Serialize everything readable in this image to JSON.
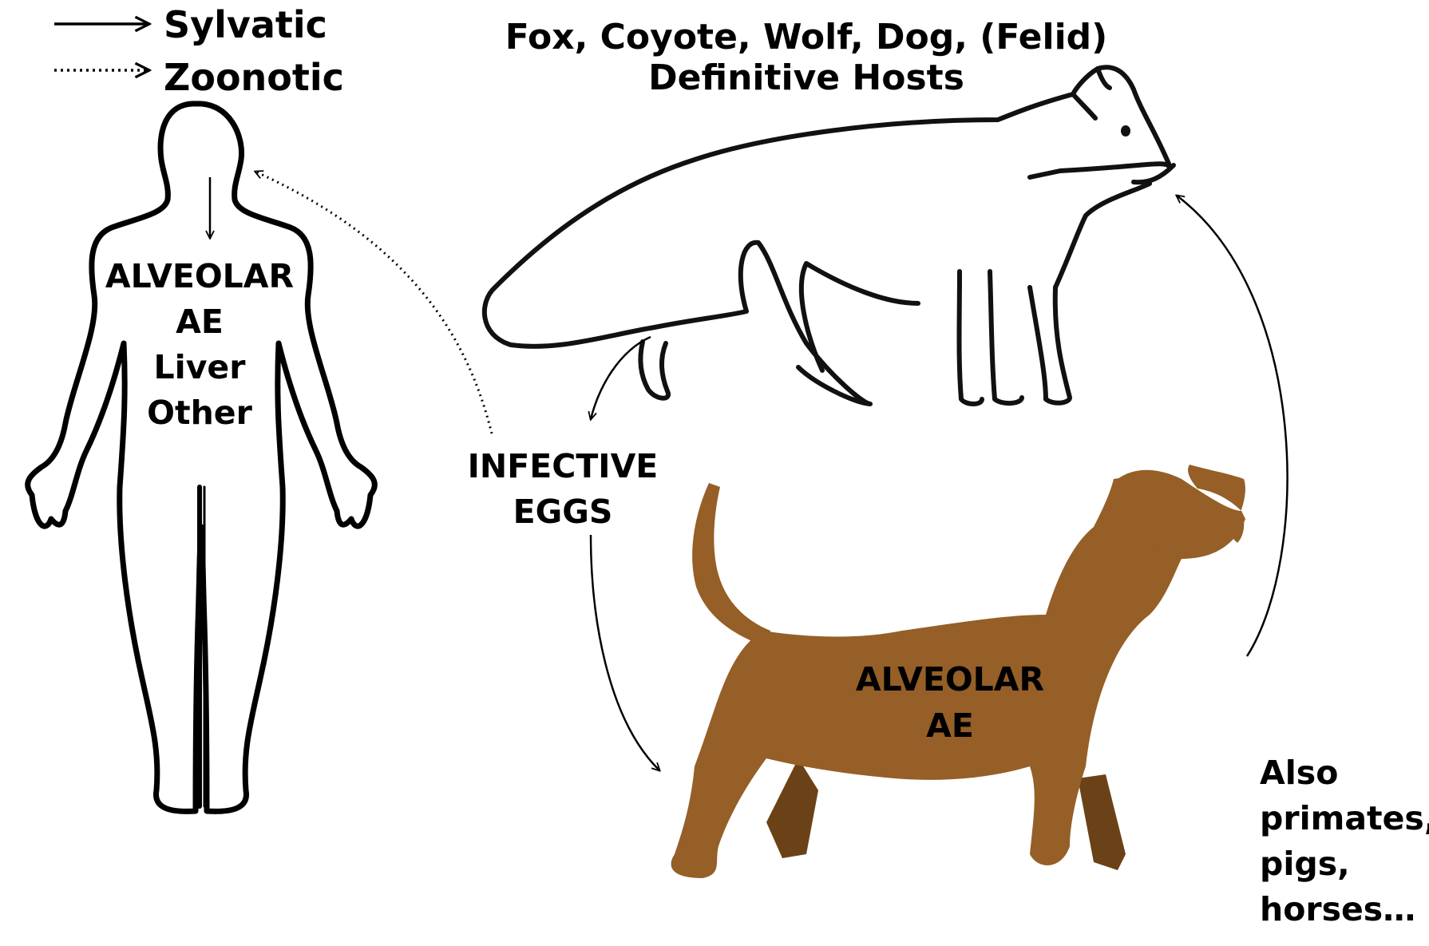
{
  "legend": {
    "sylvatic_label": "Sylvatic",
    "zoonotic_label": "Zoonotic"
  },
  "definitive_hosts": {
    "species_line": "Fox, Coyote, Wolf, Dog, (Felid)",
    "title_line": "Definitive Hosts"
  },
  "human": {
    "label_lines": [
      "ALVEOLAR",
      "AE",
      "Liver",
      "Other"
    ]
  },
  "eggs": {
    "label_lines": [
      "INFECTIVE",
      "EGGS"
    ]
  },
  "intermediate_host": {
    "label_lines": [
      "ALVEOLAR",
      "AE"
    ],
    "fill_color": "#955f27",
    "shadow_color": "#6b4217"
  },
  "other_hosts": {
    "label_lines": [
      "Also",
      "primates,",
      "pigs,",
      "horses…"
    ]
  },
  "icons": {
    "solid_arrow": "sylvatic-arrow-icon",
    "dotted_arrow": "zoonotic-arrow-icon",
    "human": "human-body-outline-icon",
    "fox": "fox-outline-icon",
    "dog": "dog-silhouette-icon"
  }
}
